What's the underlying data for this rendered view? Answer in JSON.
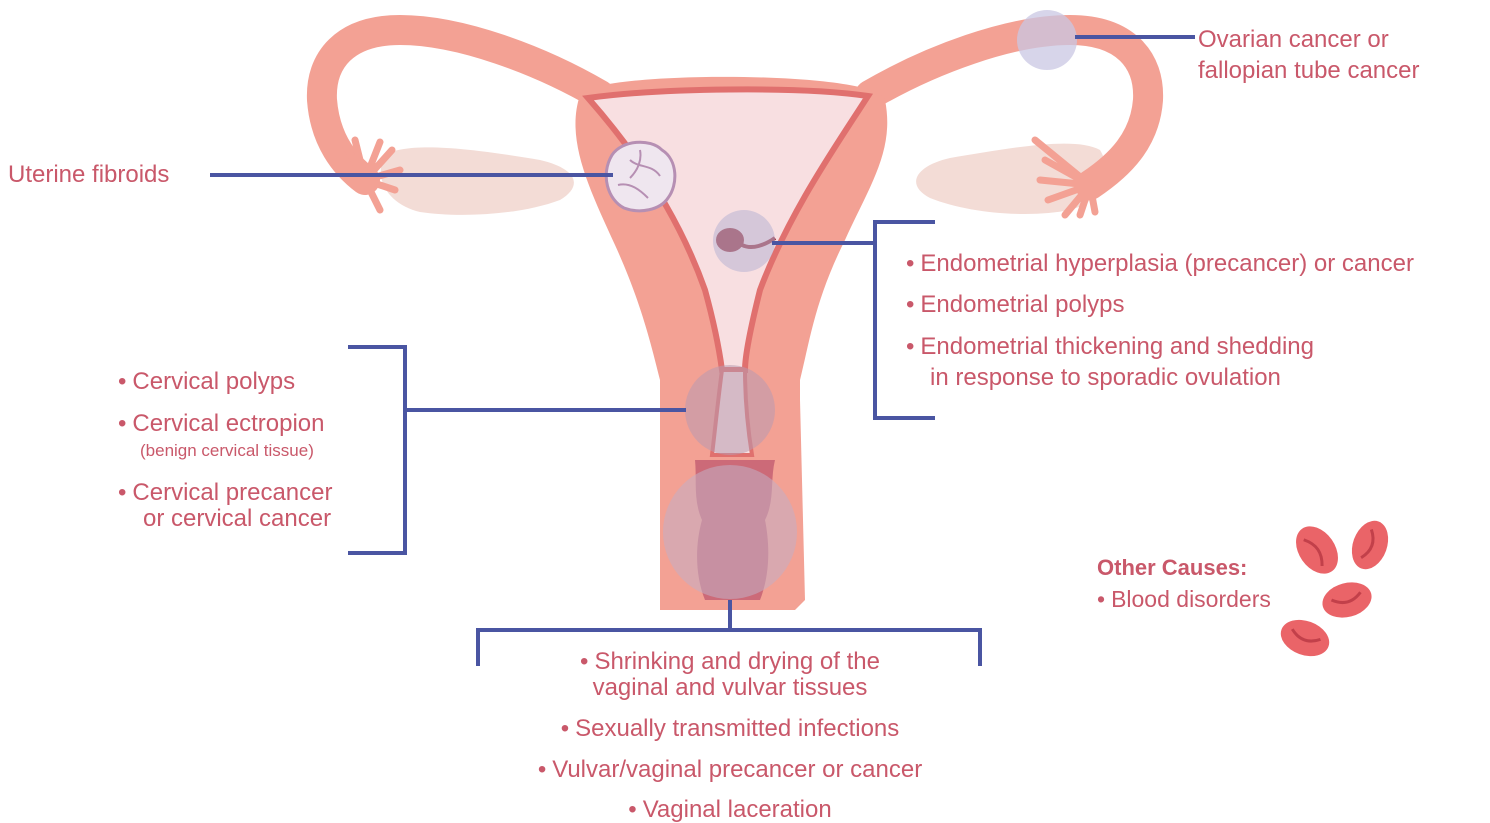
{
  "callouts": {
    "ovarian": {
      "line1": "Ovarian cancer or",
      "line2": "fallopian tube cancer"
    },
    "fibroids": "Uterine fibroids",
    "endometrial": {
      "items": [
        "Endometrial hyperplasia (precancer) or cancer",
        "Endometrial polyps",
        "Endometrial thickening and shedding"
      ],
      "item3_line2": "in response to sporadic ovulation"
    },
    "cervical": {
      "polyps": "Cervical polyps",
      "ectropion": "Cervical ectropion",
      "ectropion_note": "(benign cervical tissue)",
      "precancer_line1": "Cervical precancer",
      "precancer_line2": "or cervical cancer"
    },
    "vaginal": {
      "shrinking_line1": "Shrinking and drying of the",
      "shrinking_line2": "vaginal and vulvar tissues",
      "sti": "Sexually transmitted infections",
      "vulvar": "Vulvar/vaginal precancer or cancer",
      "laceration": "Vaginal laceration"
    },
    "other": {
      "title": "Other Causes:",
      "item": "Blood disorders"
    }
  },
  "bullet": "•",
  "colors": {
    "text": "#c9586a",
    "bracket": "#4a55a2",
    "uterus": "#f3a194",
    "uterus_dark": "#e0706e",
    "cavity": "#f8dfe1",
    "highlight": "#c9c7e3",
    "ovary": "#f3dcd6",
    "blood_cell": "#ea6468"
  }
}
